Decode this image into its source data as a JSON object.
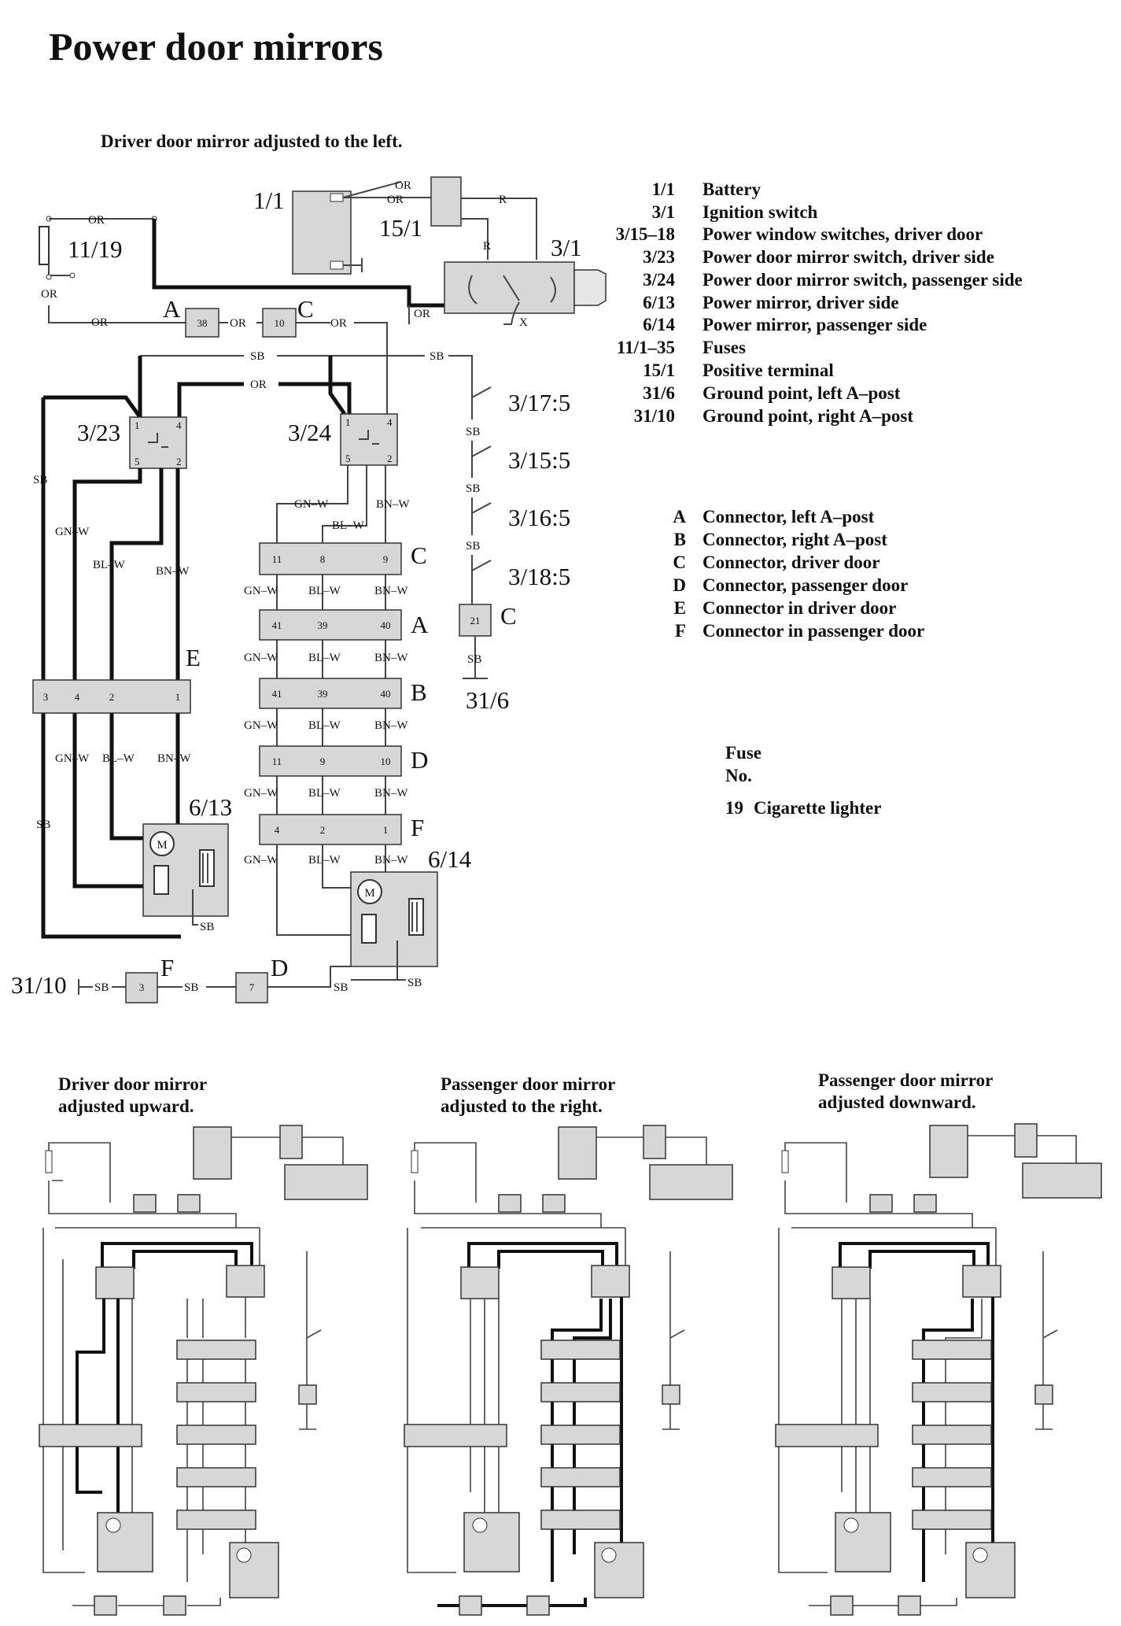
{
  "title": "Power door mirrors",
  "main_caption": "Driver door mirror adjusted to the left.",
  "legend": [
    {
      "code": "1/1",
      "text": "Battery"
    },
    {
      "code": "3/1",
      "text": "Ignition switch"
    },
    {
      "code": "3/15–18",
      "text": "Power window switches, driver door"
    },
    {
      "code": "3/23",
      "text": "Power door mirror switch, driver side"
    },
    {
      "code": "3/24",
      "text": "Power door mirror switch, passenger side"
    },
    {
      "code": "6/13",
      "text": "Power mirror, driver side"
    },
    {
      "code": "6/14",
      "text": "Power mirror, passenger side"
    },
    {
      "code": "11/1–35",
      "text": "Fuses"
    },
    {
      "code": "15/1",
      "text": "Positive terminal"
    },
    {
      "code": "31/6",
      "text": "Ground point, left A–post"
    },
    {
      "code": "31/10",
      "text": "Ground point, right A–post"
    }
  ],
  "connectors": [
    {
      "code": "A",
      "text": "Connector, left A–post"
    },
    {
      "code": "B",
      "text": "Connector, right A–post"
    },
    {
      "code": "C",
      "text": "Connector, driver door"
    },
    {
      "code": "D",
      "text": "Connector, passenger door"
    },
    {
      "code": "E",
      "text": "Connector in driver door"
    },
    {
      "code": "F",
      "text": "Connector in passenger door"
    }
  ],
  "fuse_header": {
    "line1": "Fuse",
    "line2": "No."
  },
  "fuses": [
    {
      "no": "19",
      "text": "Cigarette lighter"
    }
  ],
  "component_labels": {
    "battery": "1/1",
    "positive_terminal": "15/1",
    "ignition": "3/1",
    "fuse": "11/19",
    "switch_driver": "3/23",
    "switch_passenger": "3/24",
    "mirror_driver": "6/13",
    "mirror_passenger": "6/14",
    "ground_left": "31/6",
    "ground_right": "31/10",
    "window_switches": [
      "3/17:5",
      "3/15:5",
      "3/16:5",
      "3/18:5"
    ]
  },
  "connector_letters": {
    "A": "A",
    "B": "B",
    "C": "C",
    "D": "D",
    "E": "E",
    "F": "F"
  },
  "wire_colors": {
    "OR": "OR",
    "R": "R",
    "SB": "SB",
    "X": "X",
    "GN_W": "GN–W",
    "BL_W": "BL–W",
    "BN_W": "BN–W",
    "M": "M"
  },
  "pins": {
    "A_small": "38",
    "C_small": "10",
    "C_block": [
      "11",
      "8",
      "9"
    ],
    "A_block": [
      "41",
      "39",
      "40"
    ],
    "B_block": [
      "41",
      "39",
      "40"
    ],
    "D_block": [
      "11",
      "9",
      "10"
    ],
    "F_block": [
      "4",
      "2",
      "1"
    ],
    "E_block": [
      "3",
      "4",
      "2",
      "1"
    ],
    "C_window": "21",
    "F_ground": "3",
    "D_ground": "7",
    "switch": [
      "1",
      "4",
      "5",
      "2"
    ]
  },
  "mini_captions": [
    {
      "line1": "Driver door mirror",
      "line2": "adjusted upward."
    },
    {
      "line1": "Passenger door mirror",
      "line2": "adjusted to the right."
    },
    {
      "line1": "Passenger door mirror",
      "line2": "adjusted downward."
    }
  ]
}
